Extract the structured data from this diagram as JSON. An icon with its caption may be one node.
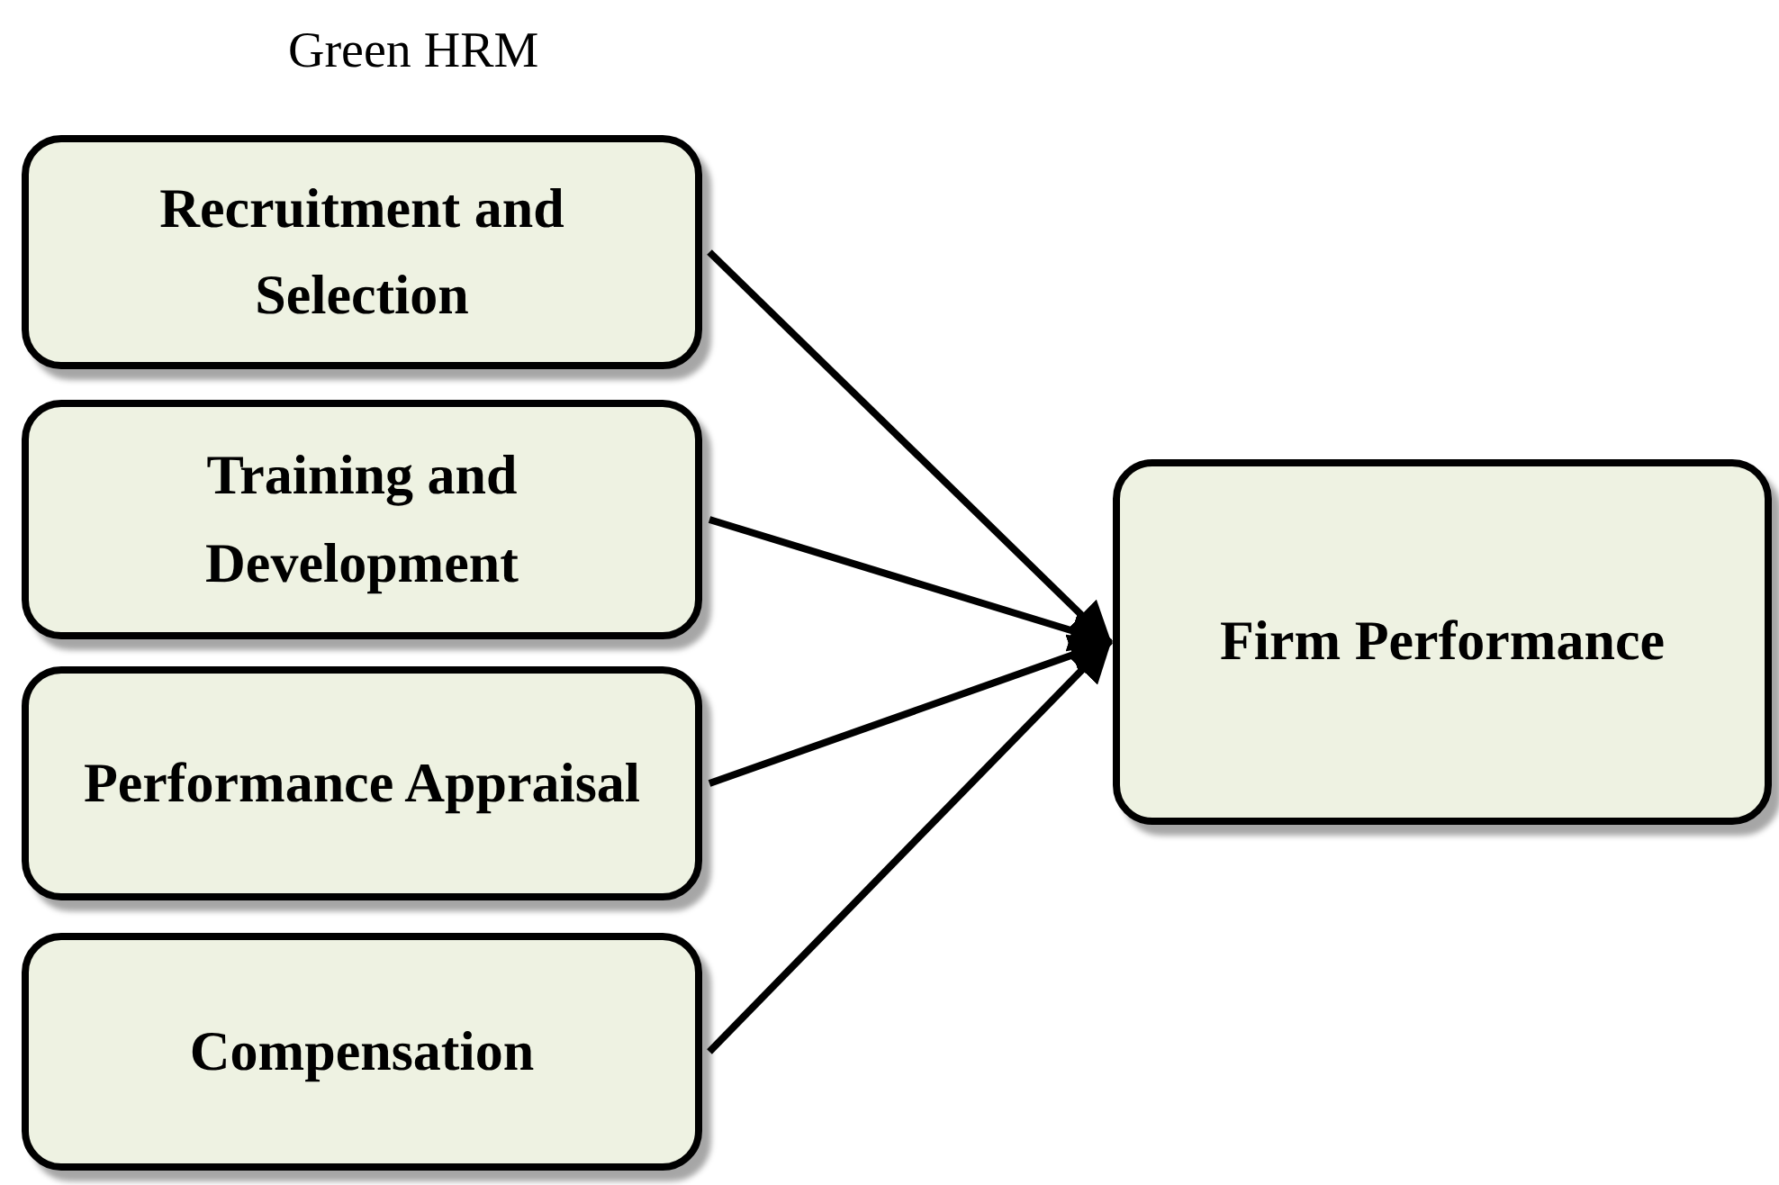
{
  "diagram": {
    "title": "Green HRM",
    "nodes": [
      {
        "text": [
          "Recruitment and Selection"
        ]
      },
      {
        "text": [
          "Training and Development"
        ]
      },
      {
        "text": [
          "Performance Appraisal"
        ]
      },
      {
        "text": [
          "Compensation"
        ]
      },
      {
        "text": [
          "Firm Performance"
        ]
      }
    ],
    "edges": [
      {
        "from": 0,
        "to": 4,
        "arrow": "to"
      },
      {
        "from": 1,
        "to": 4,
        "arrow": "to"
      },
      {
        "from": 2,
        "to": 4,
        "arrow": "to"
      },
      {
        "from": 3,
        "to": 4,
        "arrow": "to"
      }
    ]
  }
}
